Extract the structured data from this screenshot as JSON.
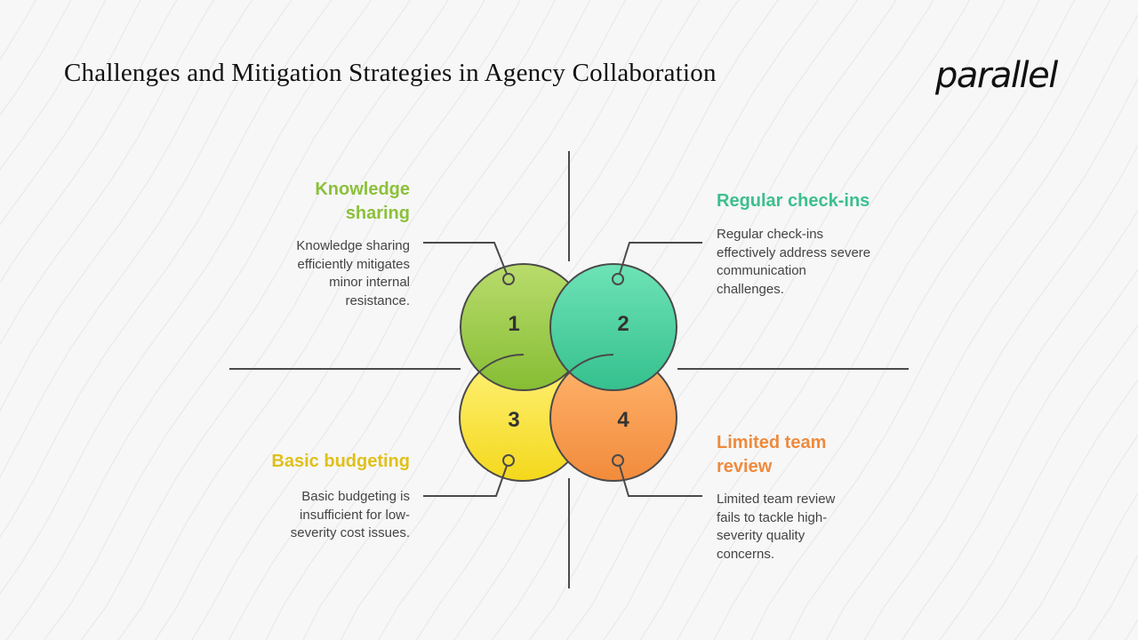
{
  "title": "Challenges and Mitigation Strategies in Agency Collaboration",
  "logo_text": "parallel",
  "quadrants": [
    {
      "number": "1",
      "title": "Knowledge sharing",
      "description": "Knowledge sharing efficiently mitigates minor internal resistance.",
      "color": "#9bc53d"
    },
    {
      "number": "2",
      "title": "Regular check-ins",
      "description": "Regular check-ins effectively address severe communication challenges.",
      "color": "#3cc493"
    },
    {
      "number": "3",
      "title": "Basic budgeting",
      "description": "Basic budgeting is insufficient for low-severity cost issues.",
      "color": "#e3c11f"
    },
    {
      "number": "4",
      "title": "Limited team review",
      "description": "Limited team review fails to tackle high-severity quality concerns.",
      "color": "#f0893a"
    }
  ]
}
